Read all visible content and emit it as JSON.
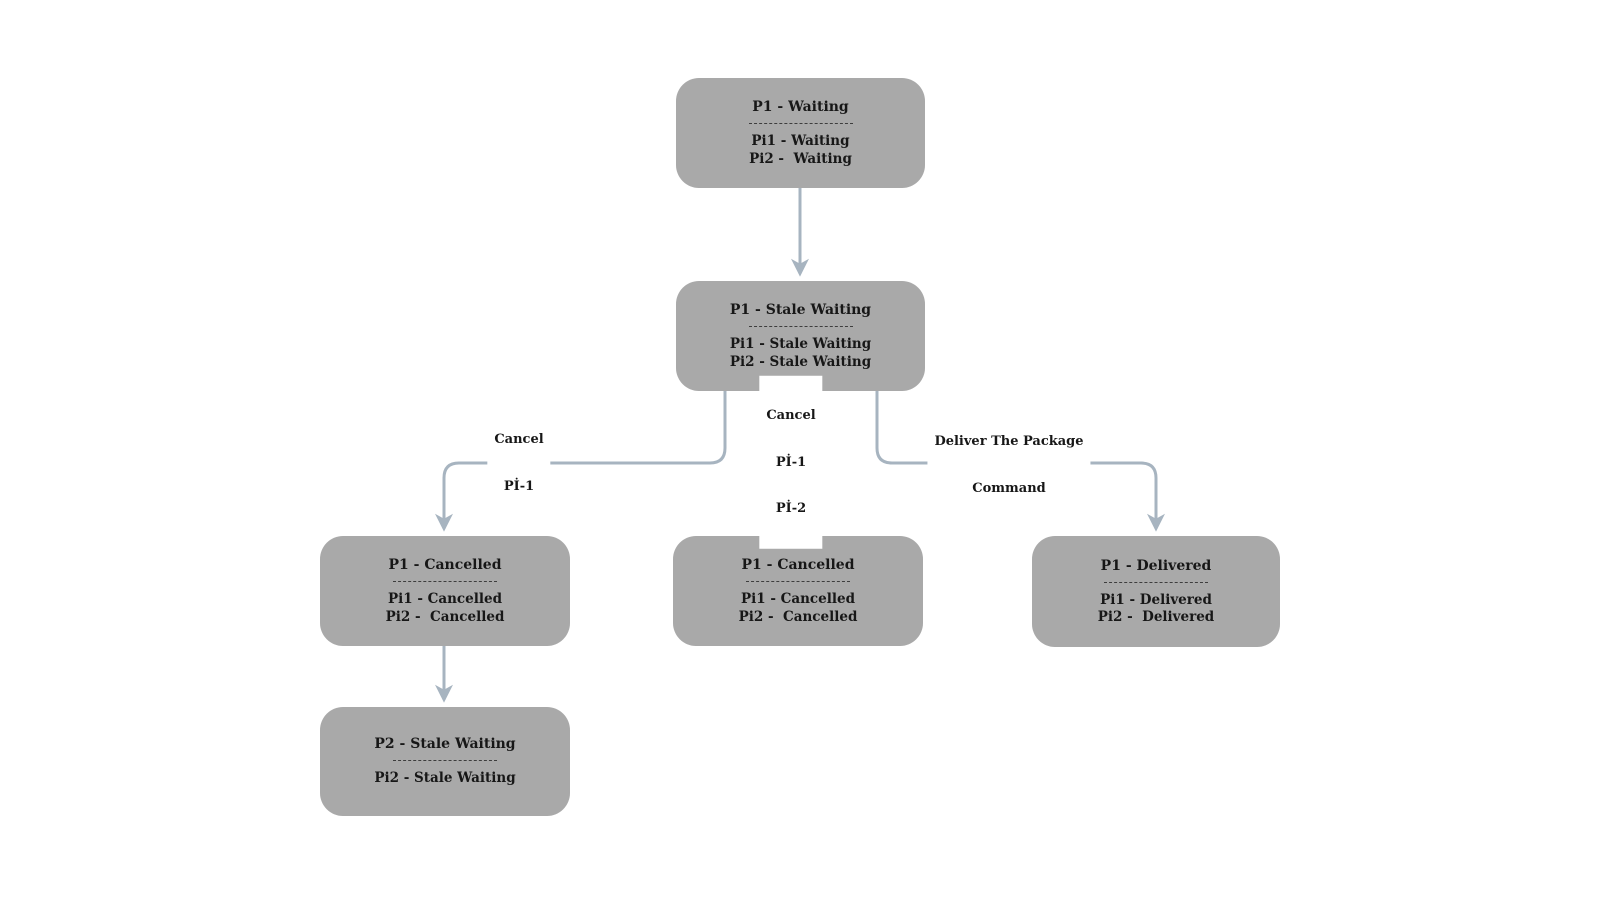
{
  "colors": {
    "node_fill": "#a9a9a9",
    "edge": "#a7b4c0",
    "text": "#171717",
    "background": "#ffffff"
  },
  "nodes": {
    "p1_waiting": {
      "title": "P1 - Waiting",
      "items": [
        "Pi1 - Waiting",
        "Pi2 -  Waiting"
      ]
    },
    "p1_stale_waiting": {
      "title": "P1 - Stale Waiting",
      "items": [
        "Pi1 - Stale Waiting",
        "Pi2 - Stale Waiting"
      ]
    },
    "p1_cancelled_left": {
      "title": "P1 - Cancelled",
      "items": [
        "Pi1 - Cancelled",
        "Pi2 -  Cancelled"
      ]
    },
    "p1_cancelled_mid": {
      "title": "P1 - Cancelled",
      "items": [
        "Pi1 - Cancelled",
        "Pi2 -  Cancelled"
      ]
    },
    "p1_delivered": {
      "title": "P1 - Delivered",
      "items": [
        "Pi1 - Delivered",
        "Pi2 -  Delivered"
      ]
    },
    "p2_stale_waiting": {
      "title": "P2 - Stale Waiting",
      "items": [
        "Pi2 - Stale Waiting"
      ]
    }
  },
  "edge_labels": {
    "cancel_pi1": {
      "lines": [
        "Cancel",
        "Pİ-1"
      ]
    },
    "cancel_pi1_pi2": {
      "lines": [
        "Cancel",
        "Pİ-1",
        "Pİ-2"
      ]
    },
    "deliver_command": {
      "lines": [
        "Deliver The Package",
        "Command"
      ]
    }
  }
}
